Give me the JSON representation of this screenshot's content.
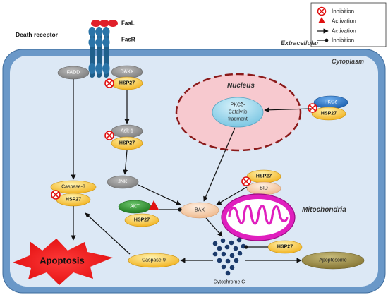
{
  "legend": {
    "inhibition_symbol": "Inhibition",
    "activation_symbol": "Activation",
    "activation_arrow": "Activation",
    "inhibition_arrow": "Inhibition"
  },
  "regions": {
    "extracellular": "Extracellular",
    "cytoplasm": "Cytoplasm",
    "nucleus": "Nucleus",
    "mitochondria": "Mitochondria"
  },
  "receptor": {
    "ligand": "FasL",
    "receptor": "FasR",
    "title": "Death receptor"
  },
  "nodes": {
    "fadd": "FADD",
    "daxx": "DAXX",
    "ask1": "Ask-1",
    "jnk": "JNK",
    "caspase3": "Caspase-3",
    "akt": "AKT",
    "bax": "BAX",
    "bid": "BID",
    "pkc_fragment_1": "PKCδ-",
    "pkc_fragment_2": "Catalytic",
    "pkc_fragment_3": "fragment",
    "pkc": "PKCδ",
    "caspase9": "Caspase-9",
    "apoptosome": "Apoptosome",
    "cytochrome_c": "Cytochrome C",
    "apoptosis": "Apoptosis",
    "hsp27": "HSP27"
  },
  "colors": {
    "membrane": "#6a98c8",
    "cytoplasm": "#dce8f5",
    "nucleus": "#f7c9cf",
    "nucleus_border": "#8b1a1a",
    "receptor": "#1f5f8b",
    "ligand": "#e0202a",
    "hsp27": "#f5c43a",
    "gray_node": "#8c8c8c",
    "akt": "#2e8b2e",
    "bax": "#f3c7a3",
    "bid": "#f3c7a3",
    "mito": "#e01fbe",
    "pkc": "#2f7fd0",
    "fragment": "#9fd8ec",
    "apoptosis": "#f01515",
    "caspase9": "#f5c43a",
    "apoptosome": "#9a8a4a",
    "cytochrome": "#1b3a6b"
  }
}
